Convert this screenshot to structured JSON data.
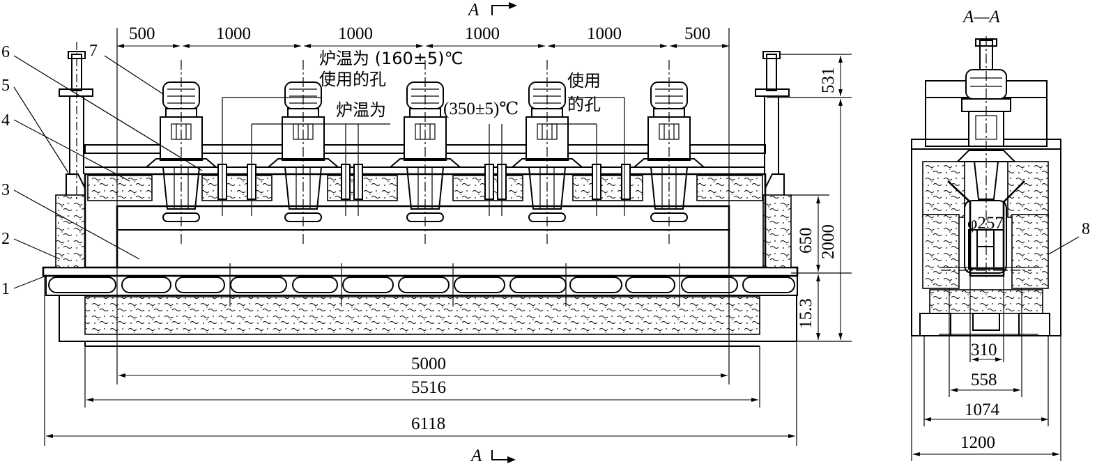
{
  "section_marker": "A",
  "section_view_title": "A—A",
  "top_dims": [
    "500",
    "1000",
    "1000",
    "1000",
    "1000",
    "500"
  ],
  "right_dims": {
    "d531": "531",
    "d650": "650",
    "d2000": "2000",
    "d15_3": "15.3"
  },
  "bottom_dims": {
    "d5000": "5000",
    "d5516": "5516",
    "d6118": "6118"
  },
  "section_dims": {
    "phi": "φ257",
    "d310": "310",
    "d558": "558",
    "d1074": "1074",
    "d1200": "1200"
  },
  "labels": [
    "1",
    "2",
    "3",
    "4",
    "5",
    "6",
    "7",
    "8"
  ],
  "notes": {
    "n1_line1": "炉温为 (160±5)℃",
    "n1_line2": "使用的孔",
    "n2_a": "炉温为",
    "n2_b": "(350±5)℃",
    "n2_c1": "使用",
    "n2_c2": "的孔"
  }
}
